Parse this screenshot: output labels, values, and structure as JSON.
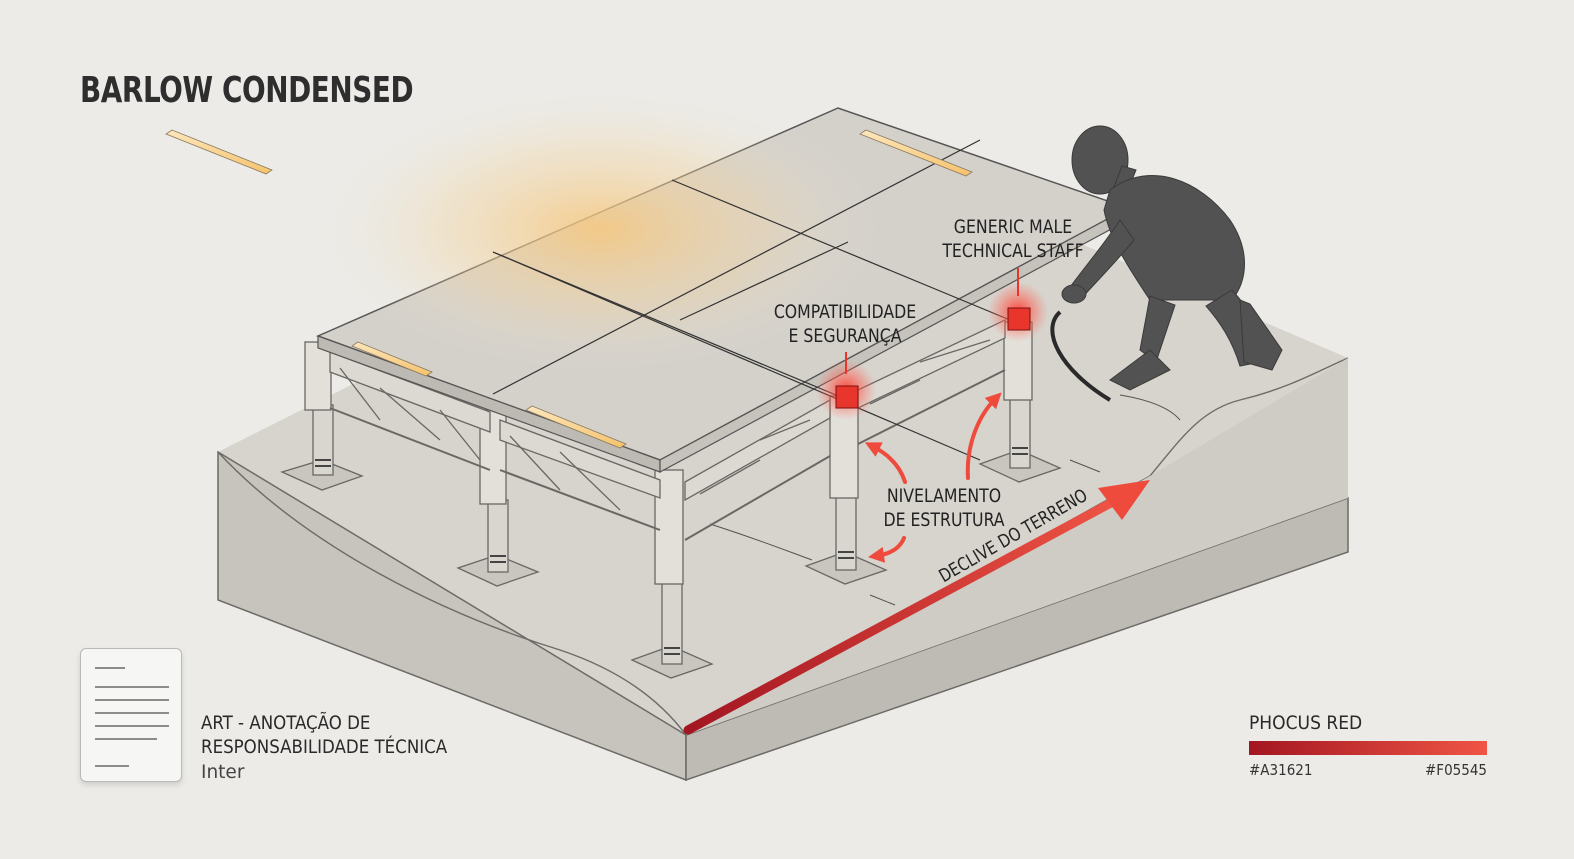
{
  "title": "BARLOW CONDENSED",
  "callouts": {
    "staff": [
      "GENERIC MALE",
      "TECHNICAL STAFF"
    ],
    "compat": [
      "COMPATIBILIDADE",
      "E SEGURANÇA"
    ],
    "level": [
      "NIVELAMENTO",
      "DE ESTRUTURA"
    ],
    "slope": "DECLIVE DO TERRENO"
  },
  "legend": {
    "line1": "ART - ANOTAÇÃO DE",
    "line2": "RESPONSABILIDADE TÉCNICA",
    "font": "Inter"
  },
  "swatch": {
    "name": "PHOCUS RED",
    "from": "#A31621",
    "to": "#F05545"
  },
  "colors": {
    "background": "#ecebe7",
    "accent_dark": "#A31621",
    "accent_light": "#F05545",
    "figure": "#525252"
  }
}
